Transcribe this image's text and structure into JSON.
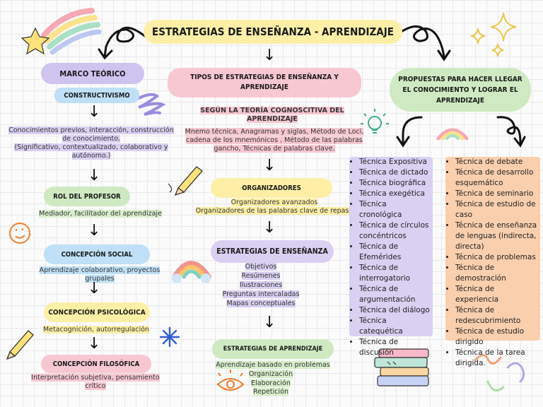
{
  "title": "ESTRATEGIAS DE ENSEÑANZA - APRENDIZAJE",
  "left": {
    "header": "MARCO TEÓRICO",
    "sub": "CONSTRUCTIVISMO",
    "desc_lines": [
      "Conocimientos previos, interacción, construcción",
      "de conocimiento.",
      "(Significativo, contextualizado, colaborativo y",
      "autónomo.)"
    ],
    "rol_title": "ROL DEL PROFESOR",
    "rol_desc": "Mediador, facilitador del aprendizaje",
    "social_title": "CONCEPCIÓN SOCIAL",
    "social_desc": "Aprendizaje colaborativo, proyectos grupales",
    "psico_title": "CONCEPCIÓN PSICOLÓGICA",
    "psico_desc": "Metacognición, autorregulación",
    "filo_title": "CONCEPCIÓN FILOSÓFICA",
    "filo_desc": "Interpretación subjetiva, pensamiento crítico"
  },
  "center": {
    "header": "TIPOS DE ESTRATEGIAS DE ENSEÑANZA Y APRENDIZAJE",
    "sub_lines": [
      "SEGÚN LA TEORÍA COGNOSCITIVA DEL",
      "APRENDIZAJE"
    ],
    "desc_lines": [
      "Mnemo técnica, Anagramas y siglas, Método de Loci,",
      "cadena de los mnemónicos , Método de las palabras",
      "gancho, Técnicas de palabras clave."
    ],
    "org_title": "ORGANIZADORES",
    "org_lines": [
      "Organizadores avanzados",
      "Organizadores de las palabras clave de repaso"
    ],
    "ens_title": "ESTRATEGIAS DE ENSEÑANZA",
    "ens_items": [
      "Objetivos",
      "Resúmenes",
      "Ilustraciones",
      "Preguntas intercaladas",
      "Mapas conceptuales"
    ],
    "apr_title": "ESTRATEGIAS DE APRENDIZAJE",
    "apr_items": [
      "Aprendizaje basado en problemas",
      "Organización",
      "Elaboración",
      "Repetición"
    ]
  },
  "right": {
    "header": "PROPUESTAS PARA HACER LLEGAR EL CONOCIMIENTO Y LOGRAR EL APRENDIZAJE",
    "list1": [
      "Técnica Expositiva",
      "Técnica de dictado",
      "Técnica biográfica",
      "Técnica exegética",
      "Técnica cronológica",
      "Técnica de círculos concéntricos",
      "Técnica de Efemérides",
      "Técnica de interrogatorio",
      "Técnica de argumentación",
      "Técnica del diálogo",
      "Técnica catequética",
      "Técnica de discusión"
    ],
    "list2": [
      "Técnica de debate",
      "Técnica de desarrollo esquemático",
      "Técnica de seminario",
      "Técnica de estudio de caso",
      "Técnica de enseñanza de lenguas (indirecta, directa)",
      "Técnica de problemas",
      "Técnica de demostración",
      "Técnica de experiencia",
      "Técnica de redescubrimiento",
      "Técnica de estudio dirigido",
      "Técnica de la tarea dirigida."
    ]
  },
  "colors": {
    "yellow": "#fdf0a6",
    "purple": "#cfc4f0",
    "blue": "#bfe0f6",
    "green": "#cfeac2",
    "pink": "#f7c8d2",
    "lavender": "#d9d0f2",
    "peach": "#f9cfae",
    "lightgreen": "#d8efcb"
  }
}
